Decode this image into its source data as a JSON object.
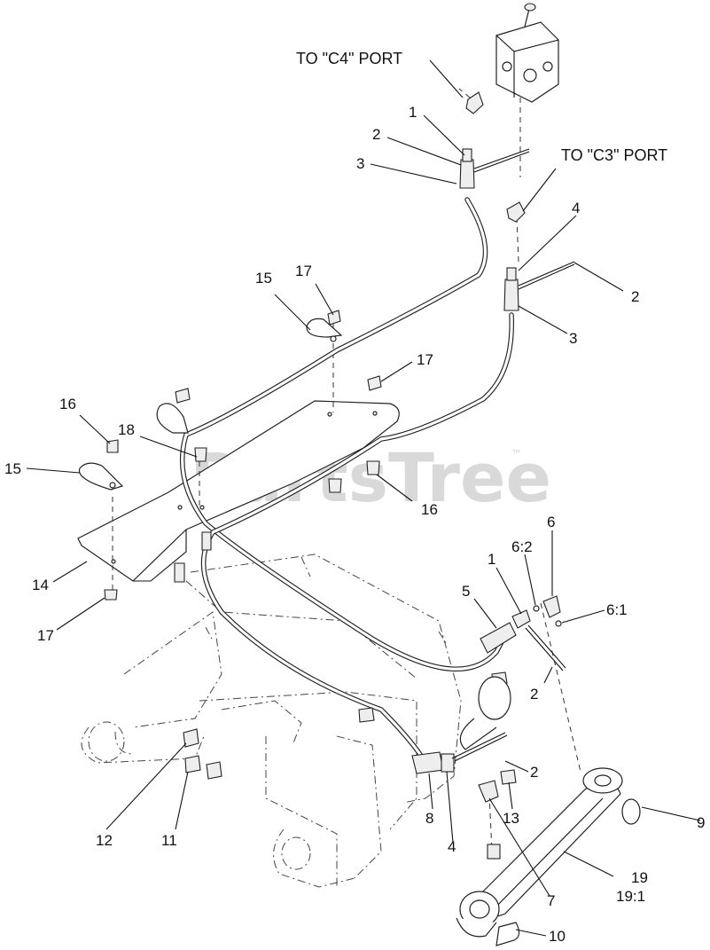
{
  "port_labels": {
    "c4": "TO \"C4\" PORT",
    "c3": "TO \"C3\" PORT"
  },
  "callouts": {
    "n1a": "1",
    "n2a": "2",
    "n3a": "3",
    "n4a": "4",
    "n2b": "2",
    "n3b": "3",
    "n15a": "15",
    "n17a": "17",
    "n17b": "17",
    "n16a": "16",
    "n18": "18",
    "n15b": "15",
    "n16b": "16",
    "n14": "14",
    "n17c": "17",
    "n6": "6",
    "n6_2": "6:2",
    "n1b": "1",
    "n5": "5",
    "n6_1": "6:1",
    "n2c": "2",
    "n2d": "2",
    "n12": "12",
    "n11": "11",
    "n8": "8",
    "n4b": "4",
    "n13": "13",
    "n9": "9",
    "n19": "19",
    "n19_1": "19:1",
    "n7": "7",
    "n10": "10"
  },
  "watermark": {
    "text": "PartsTree",
    "mark": "™"
  },
  "colors": {
    "ink": "#111111",
    "watermark": "#d9d9d9",
    "background": "#ffffff"
  }
}
